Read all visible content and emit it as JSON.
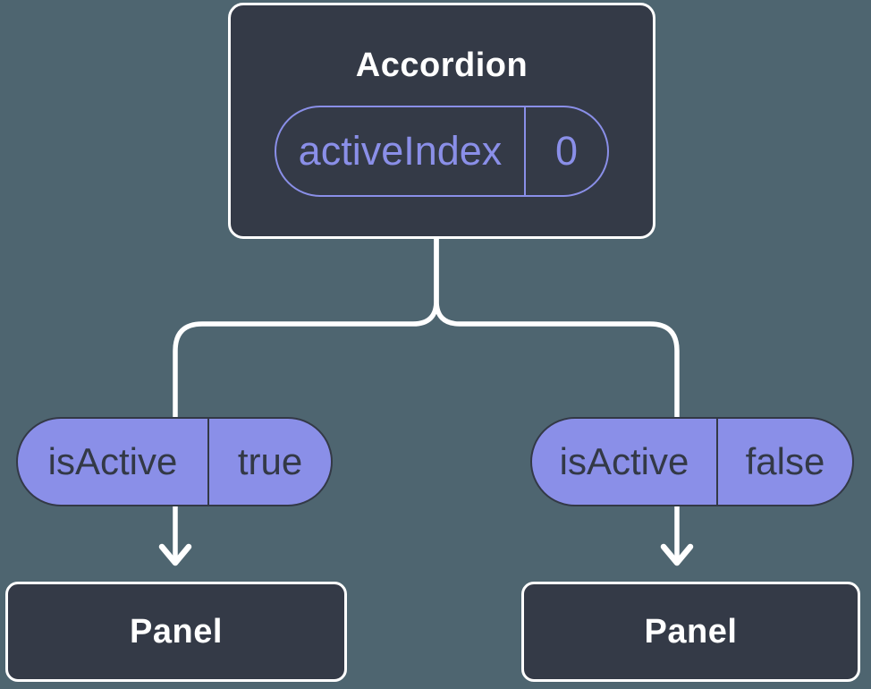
{
  "colors": {
    "background": "#4E6570",
    "node_fill": "#343A47",
    "node_border": "#FFFFFF",
    "accent_purple": "#8A8FE8",
    "pill_dark_text": "#333946",
    "connector": "#FFFFFF"
  },
  "root_node": {
    "title": "Accordion",
    "state_pill": {
      "name": "activeIndex",
      "value": "0"
    }
  },
  "left_branch": {
    "prop_pill": {
      "name": "isActive",
      "value": "true"
    },
    "node": {
      "title": "Panel"
    }
  },
  "right_branch": {
    "prop_pill": {
      "name": "isActive",
      "value": "false"
    },
    "node": {
      "title": "Panel"
    }
  }
}
